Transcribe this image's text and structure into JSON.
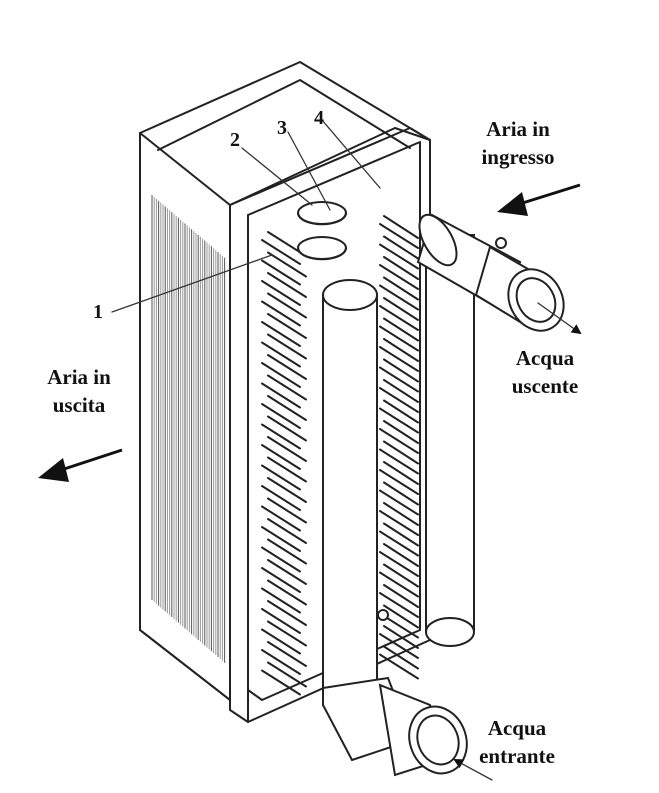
{
  "labels": {
    "air_in_line1": "Aria in",
    "air_in_line2": "ingresso",
    "air_out_line1": "Aria in",
    "air_out_line2": "uscita",
    "water_out_line1": "Acqua",
    "water_out_line2": "uscente",
    "water_in_line1": "Acqua",
    "water_in_line2": "entrante"
  },
  "callouts": [
    "1",
    "2",
    "3",
    "4"
  ],
  "colors": {
    "ink": "#111111",
    "background": "#ffffff"
  }
}
